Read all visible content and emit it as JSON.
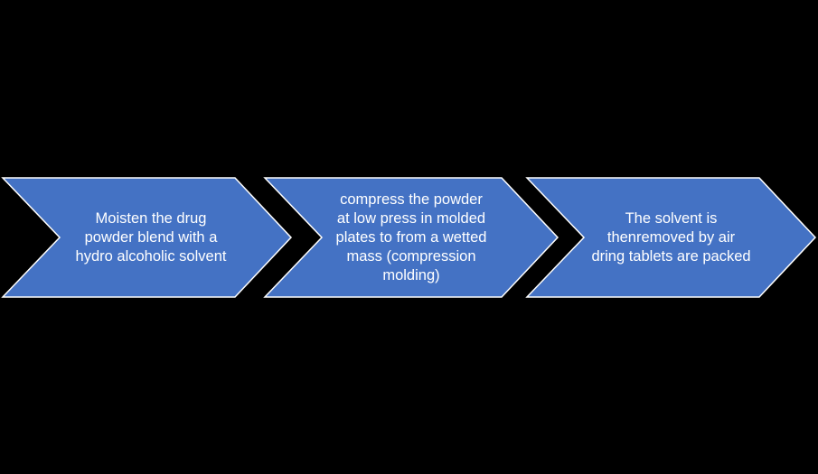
{
  "canvas": {
    "background_color": "#000000"
  },
  "diagram": {
    "type": "process-flow-chevrons",
    "shape": "chevron-right-arrow",
    "shape_fill": "#4472C4",
    "shape_border_color": "#FFFFFF",
    "text_color": "#FFFFFF",
    "steps": [
      {
        "label": "Moisten the drug\npowder blend with a\nhydro alcoholic solvent"
      },
      {
        "label": "compress the powder\nat low press in molded\nplates to from a wetted\nmass (compression\nmolding)"
      },
      {
        "label": "The solvent is\nthenremoved by air\ndring tablets are packed"
      }
    ]
  }
}
